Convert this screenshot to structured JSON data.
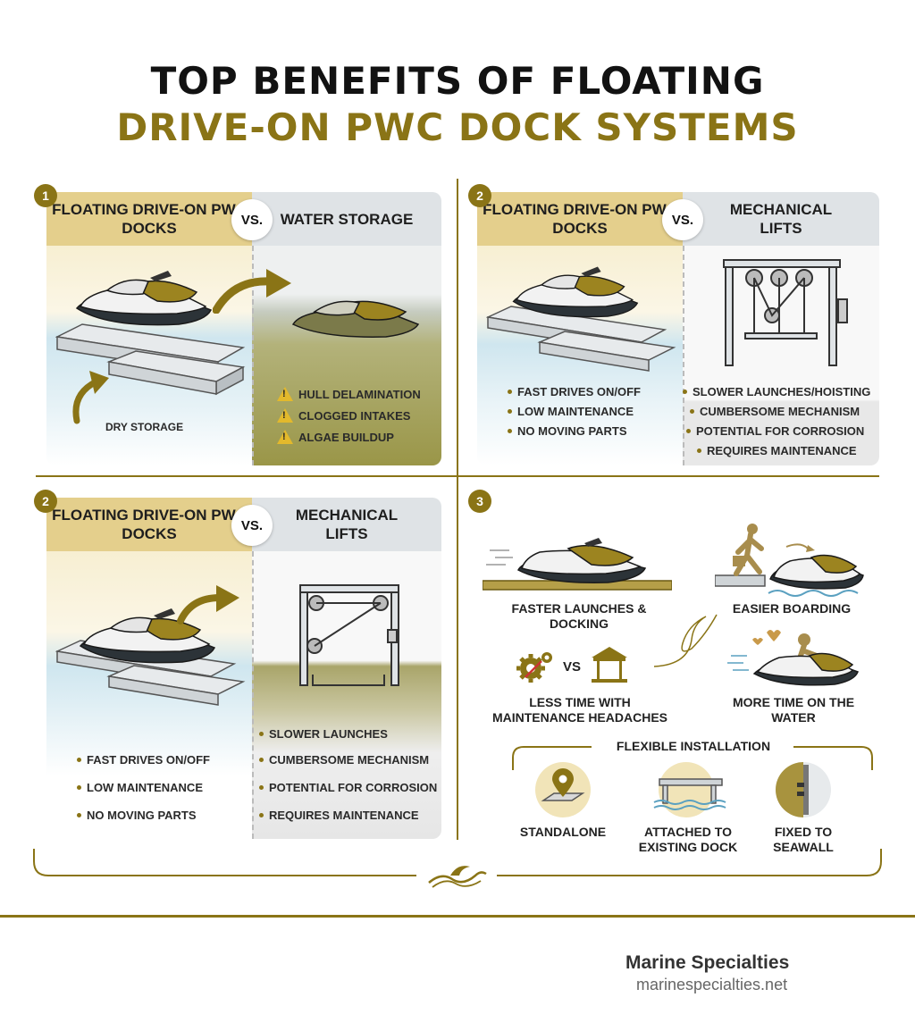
{
  "title": {
    "line1": "TOP BENEFITS OF FLOATING",
    "line2": "DRIVE-ON PWC DOCK SYSTEMS"
  },
  "colors": {
    "gold": "#8a7416",
    "gold_light": "#e4cf8c",
    "grey_header": "#dfe3e6",
    "water": "#cfe6ef",
    "algae": "#9a9648"
  },
  "panels": [
    {
      "badge": "1",
      "left_header": "FLOATING DRIVE-ON PWC DOCKS",
      "vs": "VS.",
      "right_header": "WATER STORAGE",
      "left_caption": "DRY STORAGE",
      "right_items": [
        "HULL DELAMINATION",
        "CLOGGED INTAKES",
        "ALGAE BUILDUP"
      ]
    },
    {
      "badge": "2",
      "left_header": "FLOATING DRIVE-ON PWC DOCKS",
      "vs": "VS.",
      "right_header": "MECHANICAL LIFTS",
      "left_items": [
        "FAST DRIVES ON/OFF",
        "LOW MAINTENANCE",
        "NO MOVING PARTS"
      ],
      "right_items": [
        "SLOWER LAUNCHES/HOISTING",
        "CUMBERSOME MECHANISM",
        "POTENTIAL FOR CORROSION",
        "REQUIRES MAINTENANCE"
      ]
    },
    {
      "badge": "2",
      "left_header": "FLOATING DRIVE-ON PWC DOCKS",
      "vs": "VS.",
      "right_header": "MECHANICAL LIFTS",
      "left_items": [
        "FAST DRIVES ON/OFF",
        "LOW MAINTENANCE",
        "NO MOVING PARTS"
      ],
      "right_items": [
        "SLOWER LAUNCHES",
        "CUMBERSOME MECHANISM",
        "POTENTIAL FOR CORROSION",
        "REQUIRES MAINTENANCE"
      ]
    },
    {
      "badge": "3",
      "benefits": {
        "faster": "FASTER LAUNCHES & DOCKING",
        "boarding": "EASIER BOARDING",
        "vs": "VS",
        "less_time": "LESS TIME WITH MAINTENANCE HEADACHES",
        "more_time": "MORE TIME ON THE WATER"
      },
      "installation_title": "FLEXIBLE INSTALLATION",
      "installation": [
        "STANDALONE",
        "ATTACHED TO EXISTING DOCK",
        "FIXED TO SEAWALL"
      ]
    }
  ],
  "footer": {
    "brand": "Marine Specialties",
    "url": "marinespecialties.net"
  },
  "icons": [
    "jet-ski-icon",
    "floating-dock-icon",
    "arrow-icon",
    "warning-icon",
    "lift-frame-icon",
    "gear-icon",
    "gazebo-icon",
    "person-boarding-icon",
    "rider-icon",
    "location-pin-icon",
    "dock-icon",
    "seawall-icon",
    "wave-icon"
  ]
}
